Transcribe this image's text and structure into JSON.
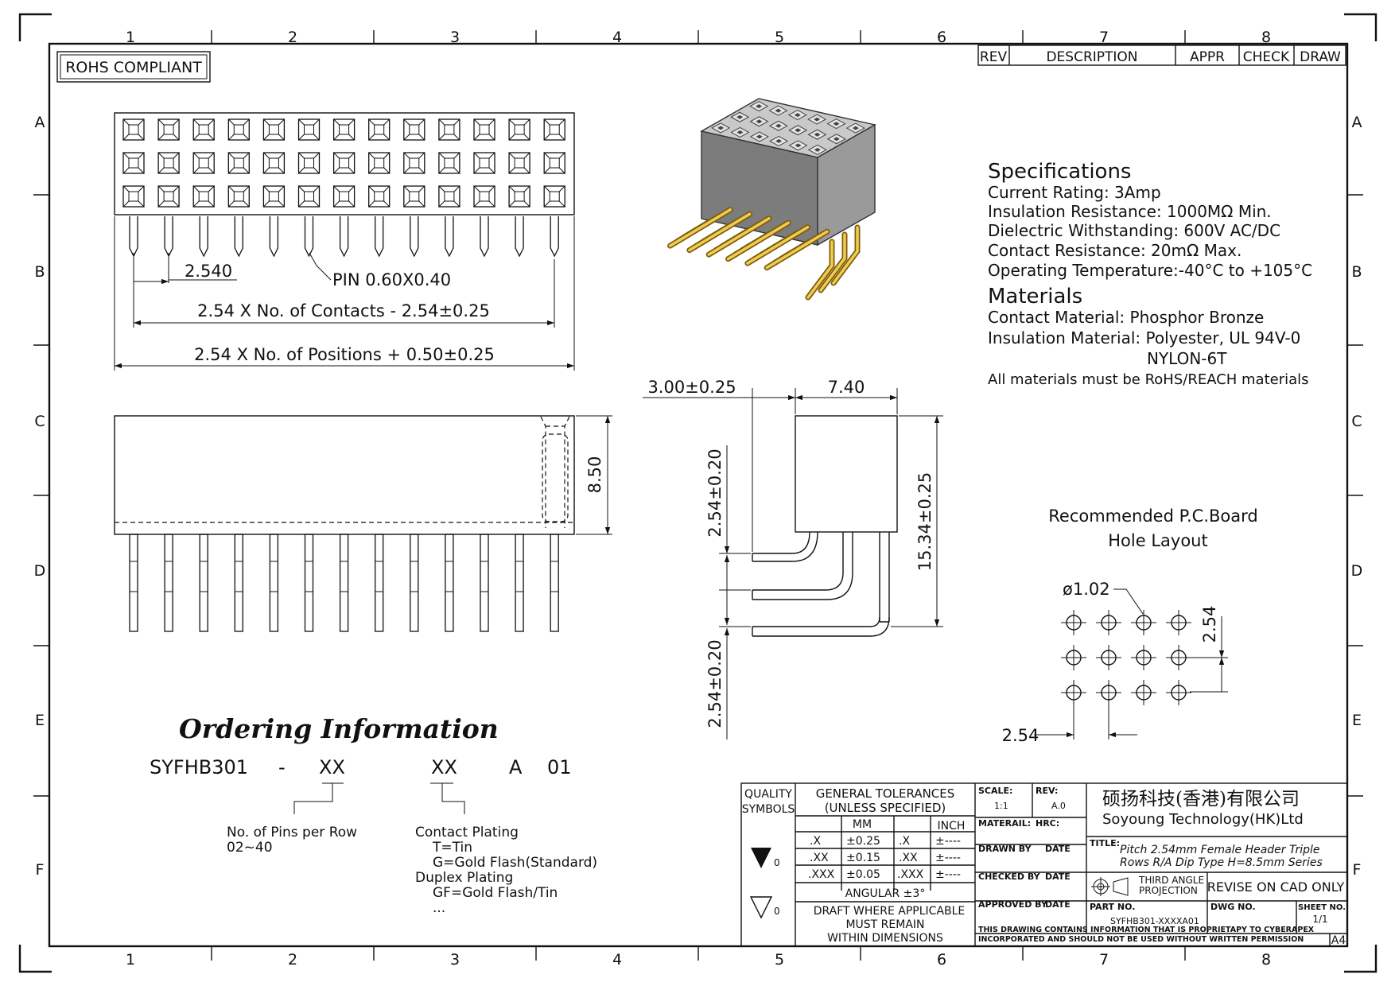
{
  "badge": "ROHS COMPLIANT",
  "zones": {
    "columns": [
      "1",
      "2",
      "3",
      "4",
      "5",
      "6",
      "7",
      "8"
    ],
    "rows": [
      "A",
      "B",
      "C",
      "D",
      "E",
      "F"
    ]
  },
  "revision_table": {
    "rev": "REV",
    "description": "DESCRIPTION",
    "appr": "APPR",
    "check": "CHECK",
    "draw": "DRAW"
  },
  "top_view": {
    "pitch": "2.540",
    "pin": "PIN 0.60X0.40",
    "dim_contacts": "2.54 X No. of Contacts - 2.54±0.25",
    "dim_positions": "2.54 X No. of Positions + 0.50±0.25"
  },
  "front_view": {
    "height": "8.50"
  },
  "side_view": {
    "offset": "3.00±0.25",
    "width": "7.40",
    "row_pitch_top": "2.54±0.20",
    "row_pitch_bottom": "2.54±0.20",
    "total_height": "15.34±0.25"
  },
  "specifications": {
    "title": "Specifications",
    "lines": [
      "Current Rating:   3Amp",
      "Insulation Resistance: 1000MΩ Min.",
      "Dielectric Withstanding:   600V AC/DC",
      "Contact Resistance:   20mΩ Max.",
      "Operating Temperature:-40°C to +105°C"
    ]
  },
  "materials": {
    "title": "Materials",
    "lines": [
      "Contact Material: Phosphor Bronze",
      "Insulation Material: Polyester, UL 94V-0",
      "NYLON-6T"
    ],
    "note": "All materials must be RoHS/REACH materials"
  },
  "pcb": {
    "title_line1": "Recommended P.C.Board",
    "title_line2": "Hole Layout",
    "hole_dia": "ø1.02",
    "pitch_v": "2.54",
    "pitch_h": "2.54"
  },
  "ordering": {
    "title": "Ordering Information",
    "code": {
      "part": "SYFHB301",
      "dash": "-",
      "pins": "XX",
      "plating": "XX",
      "a": "A",
      "suffix": "01"
    },
    "pins_desc": [
      "No. of Pins per Row",
      "02~40"
    ],
    "plating_desc": [
      "Contact Plating",
      "T=Tin",
      "G=Gold Flash(Standard)",
      "Duplex Plating",
      "GF=Gold Flash/Tin",
      "..."
    ]
  },
  "title_block": {
    "quality_symbols": [
      "QUALITY",
      "SYMBOLS"
    ],
    "q1": "0",
    "q2": "0",
    "gen_tol": [
      "GENERAL TOLERANCES",
      "(UNLESS SPECIFIED)"
    ],
    "mm": "MM",
    "inch": "INCH",
    "tol_rows": [
      {
        "k": ".X",
        "v": "±0.25",
        "ki": ".X",
        "vi": "±----"
      },
      {
        "k": ".XX",
        "v": "±0.15",
        "ki": ".XX",
        "vi": "±----"
      },
      {
        "k": ".XXX",
        "v": "±0.05",
        "ki": ".XXX",
        "vi": "±----"
      }
    ],
    "angular": "ANGULAR ±3°",
    "draft": [
      "DRAFT WHERE APPLICABLE",
      "MUST REMAIN",
      "WITHIN DIMENSIONS"
    ],
    "scale_label": "SCALE:",
    "scale": "1:1",
    "rev_label": "REV:",
    "rev": "A.0",
    "material_label": "MATERAIL:",
    "hrc_label": "HRC:",
    "drawn_by": "DRAWN BY",
    "checked_by": "CHECKED BY",
    "approved_by": "APPROVED BY",
    "date": "DATE",
    "company_cn": "硕扬科技(香港)有限公司",
    "company_en": "Soyoung Technology(HK)Ltd",
    "title_label": "TITLE:",
    "title": [
      "Pitch 2.54mm Female Header Triple",
      "Rows R/A Dip Type H=8.5mm Series"
    ],
    "projection": [
      "THIRD ANGLE",
      "PROJECTION"
    ],
    "revise": "REVISE ON CAD ONLY",
    "part_no_label": "PART NO.",
    "part_no": "SYFHB301-XXXXA01",
    "dwg_no_label": "DWG NO.",
    "sheet_no_label": "SHEET NO.",
    "sheet_no": "1/1",
    "notice": [
      "THIS DRAWING CONTAINS INFORMATION THAT IS PROPRIETAPY TO CYBERAPEX",
      "INCORPORATED AND SHOULD NOT BE USED WITHOUT WRITTEN PERMISSION"
    ],
    "size": "A4"
  }
}
